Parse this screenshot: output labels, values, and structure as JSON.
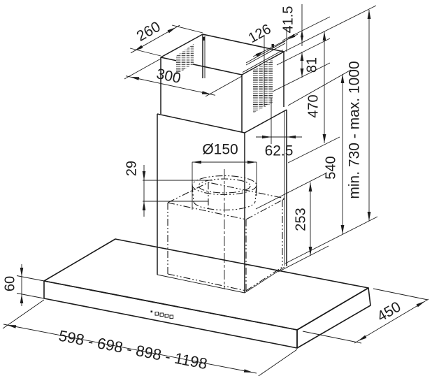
{
  "meta": {
    "subject": "Wall-mounted chimney cooker hood — isometric dimensional drawing",
    "units": "mm",
    "ink_color": "#1c1c1c",
    "paper_color": "#ffffff"
  },
  "dims": {
    "chimney_top_depth": "260",
    "chimney_width": "300",
    "vent_grille_width": "126",
    "top_to_vent": "41.5",
    "vent_height": "81",
    "upper_flue_height": "470",
    "lower_flue_height": "540",
    "flue_height_range": "min. 730 - max. 1000",
    "outlet_diameter": "Ø150",
    "outlet_offset": "62.5",
    "collar_height": "29",
    "motor_box_height": "253",
    "canopy_height": "60",
    "canopy_width_options": "598 - 698 - 898 - 1198",
    "canopy_depth": "450"
  }
}
